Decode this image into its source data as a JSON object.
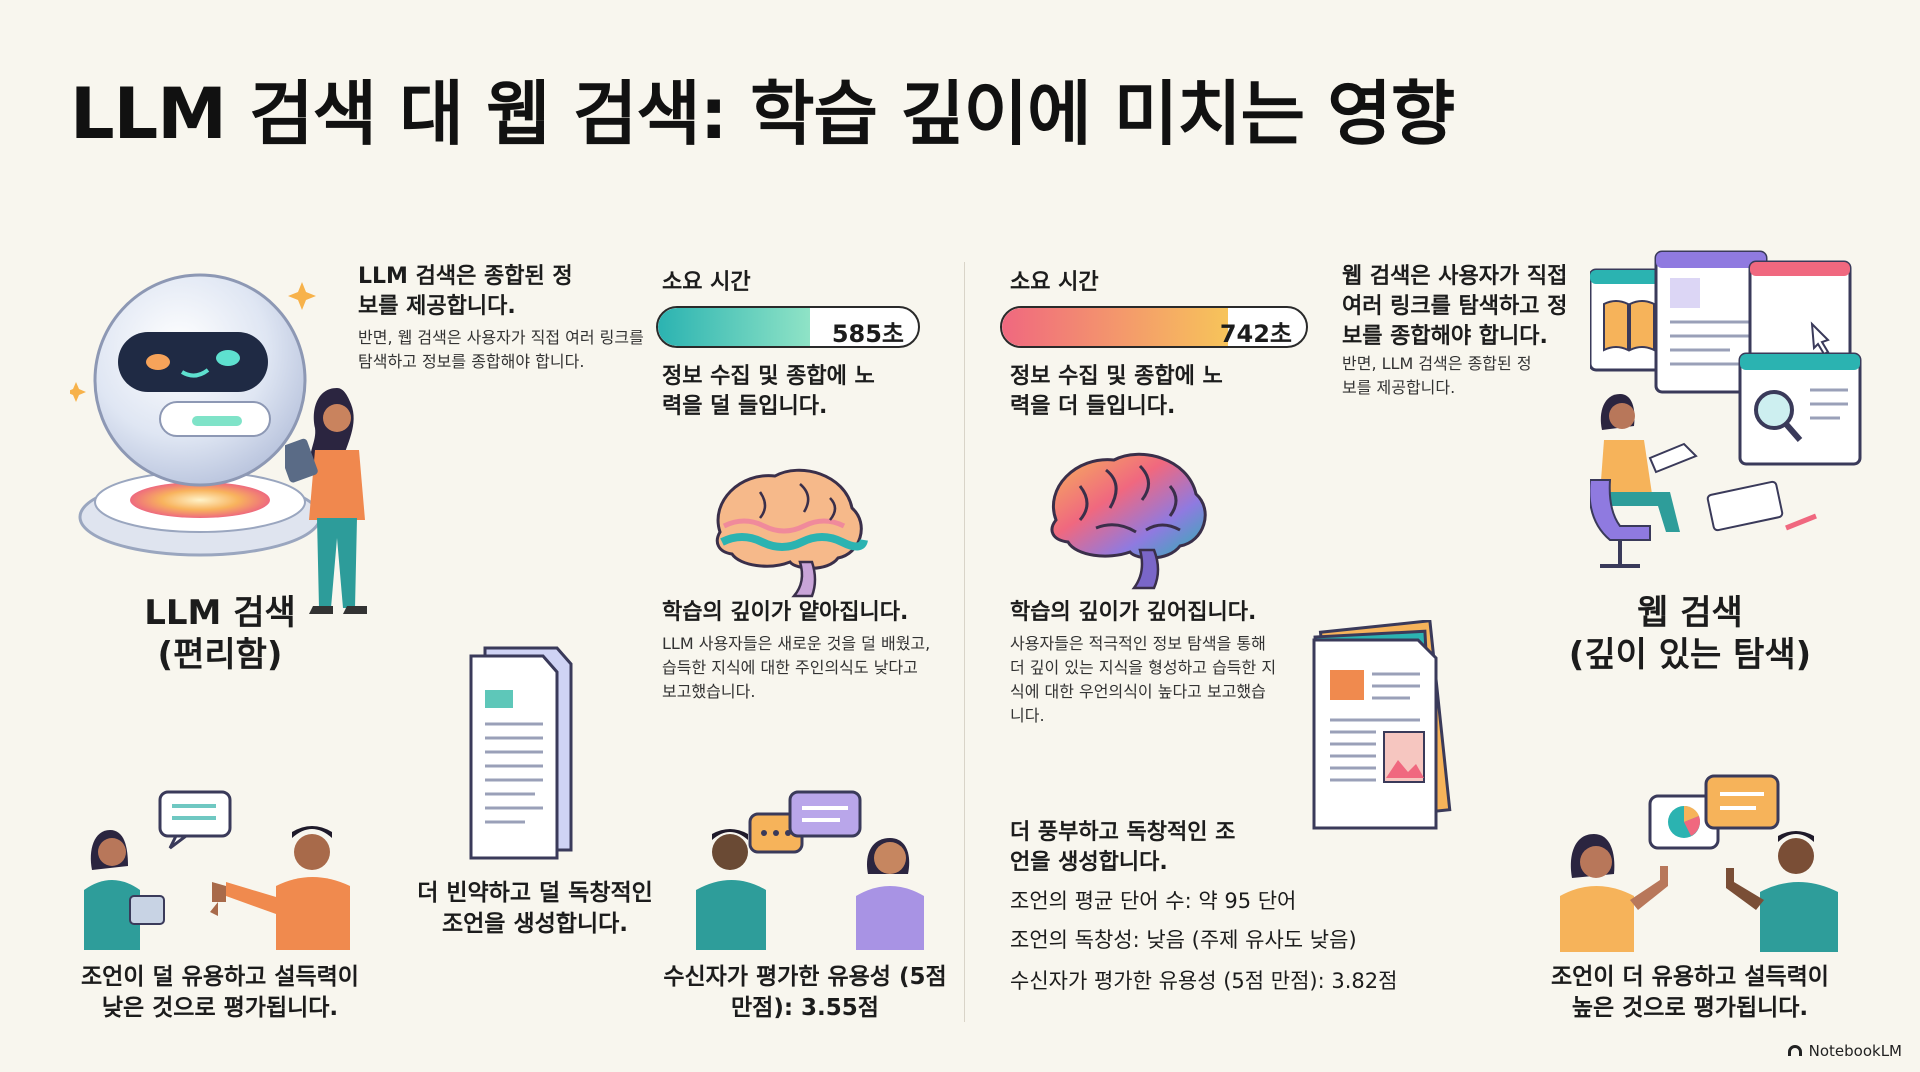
{
  "title": "LLM 검색 대 웹 검색: 학습 깊이에 미치는 영향",
  "llm": {
    "intro_title": "LLM 검색은 종합된 정보를 제공합니다.",
    "intro_text": "반면, 웹 검색은 사용자가 직접 여러 링크를 탐색하고 정보를 종합해야 합니다.",
    "label_line1": "LLM 검색",
    "label_line2": "(편리함)",
    "time_label": "소요 시간",
    "time_value": "585초",
    "time_fraction": 0.585,
    "time_caption": "정보 수집 및 종합에 노력을 덜 들입니다.",
    "depth_title": "학습의 깊이가 얕아집니다.",
    "depth_text": "LLM 사용자들은 새로운 것을 덜 배웠고, 습득한 지식에 대한 주인의식도 낮다고 보고했습니다.",
    "advice_text": "더 빈약하고 덜 독창적인 조언을 생성합니다.",
    "eval_text": "조언이 덜 유용하고 설득력이 낮은 것으로 평가됩니다.",
    "rating_text": "수신자가 평가한 유용성 (5점 만점): 3.55점"
  },
  "web": {
    "intro_title": "웹 검색은 사용자가 직접 여러 링크를 탐색하고 정보를 종합해야 합니다.",
    "intro_text": "반면, LLM 검색은 종합된 정보를 제공합니다.",
    "label_line1": "웹 검색",
    "label_line2": "(깊이 있는 탐색)",
    "time_label": "소요 시간",
    "time_value": "742초",
    "time_fraction": 0.742,
    "time_caption": "정보 수집 및 종합에 노력을 더 들입니다.",
    "depth_title": "학습의 깊이가 깊어집니다.",
    "depth_text": "사용자들은 적극적인 정보 탐색을 통해 더 깊이 있는 지식을 형성하고 습득한 지식에 대한 우언의식이 높다고 보고했습니다.",
    "advice_title": "더 풍부하고 독창적인 조언을 생성합니다.",
    "stat1": "조언의 평균 단어 수: 약 95 단어",
    "stat2": "조언의 독창성: 낮음 (주제 유사도 낮음)",
    "stat3": "수신자가 평가한 유용성 (5점 만점): 3.82점",
    "eval_text": "조언이 더 유용하고 설득력이 높은 것으로 평가됩니다."
  },
  "watermark": "NotebookLM",
  "colors": {
    "llm_bar_start": "#2bb3b1",
    "llm_bar_end": "#8fe3c6",
    "web_bar_start": "#f0687f",
    "web_bar_end": "#f7c45a",
    "background": "#f8f6ee"
  },
  "icons": [
    "robot-icon",
    "brain-icon",
    "document-icon",
    "speech-bubble-icon",
    "thumbs-down-icon",
    "thumbs-up-icon",
    "browser-window-icon",
    "magnifier-icon",
    "notebook-icon",
    "pie-chart-icon"
  ]
}
